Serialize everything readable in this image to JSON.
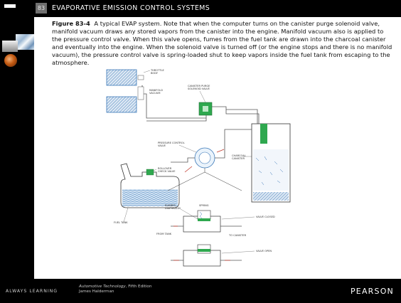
{
  "header": {
    "chapter_number": "83",
    "chapter_title": "EVAPORATIVE EMISSION CONTROL SYSTEMS"
  },
  "caption": {
    "figure_label": "Figure 83-4",
    "text": "A typical EVAP system. Note that when the computer turns on the canister purge solenoid valve, manifold vacuum draws any stored vapors from the canister into the engine. Manifold vacuum also is applied to the pressure control valve. When this valve opens, fumes from the fuel tank are drawn into the charcoal canister and eventually into the engine. When the solenoid valve is turned off (or the engine stops and there is no manifold vacuum), the pressure control valve is spring-loaded shut to keep vapors inside the fuel tank from escaping to the atmosphere."
  },
  "diagram": {
    "labels": {
      "throttle_body": [
        "THROTTLE",
        "BODY"
      ],
      "manifold_vacuum": [
        "MANIFOLD",
        "VACUUM"
      ],
      "purge_valve": [
        "CANISTER PURGE",
        "SOLENOID VALVE"
      ],
      "pressure_valve": [
        "PRESSURE CONTROL",
        "VALVE"
      ],
      "rollover": [
        "ROLLOVER",
        "CHECK VALVE"
      ],
      "charcoal": [
        "CHARCOAL",
        "CANISTER"
      ],
      "fuel_tank": "FUEL TANK",
      "rubber_diaphragm": [
        "RUBBER",
        "DIAPHRAGM"
      ],
      "spring": "SPRING",
      "valve_closed": "VALVE CLOSED",
      "to_canister": "TO CANISTER",
      "from_tank": "FROM TANK",
      "valve_open": "VALVE OPEN"
    }
  },
  "footer": {
    "tagline": "ALWAYS LEARNING",
    "book_title": "Automotive Technology",
    "book_edition": ", Fifth Edition",
    "author": "James Halderman",
    "brand": "PEARSON"
  },
  "colors": {
    "accent_green": "#2fa84f",
    "diagram_blue": "#3b78b8",
    "hatch_blue": "#5a8fc4"
  }
}
